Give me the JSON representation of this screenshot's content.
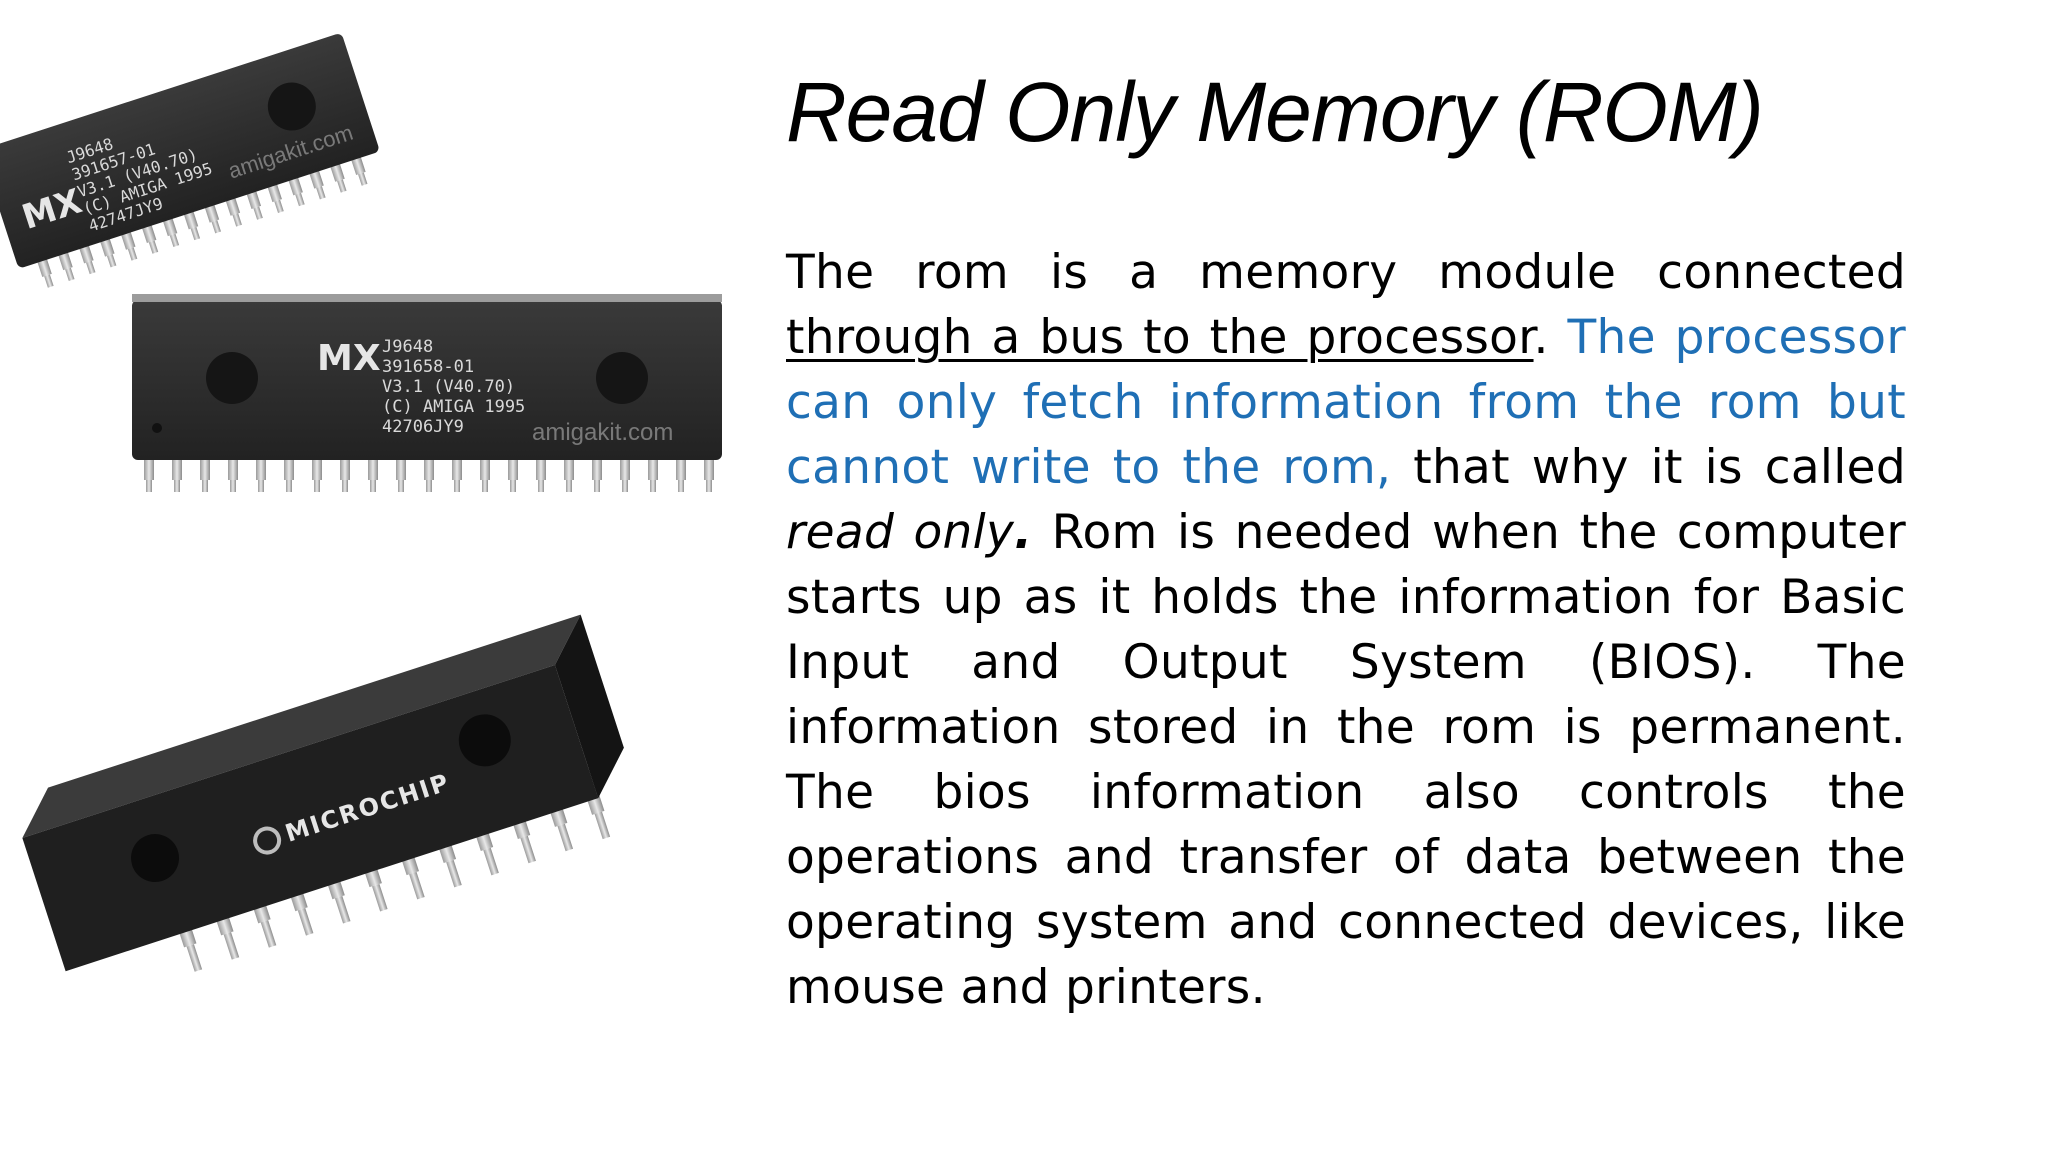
{
  "slide": {
    "title": "Read Only Memory (ROM)",
    "paragraph": {
      "p1": "The rom is a memory module connected ",
      "p2_underlined": "through a bus to the processor",
      "p3": ". ",
      "p4_blue": "The processor can only fetch information from the rom but cannot write to the rom,",
      "p5": " that why it is called ",
      "p6_italic": "read only",
      "p7_bold_italic": ".",
      "p8": " Rom is needed when the computer starts up as it holds the information for Basic Input and Output System (BIOS). The information stored in the rom is permanent. The bios information also controls the operations and transfer of data between the operating system and connected devices, like mouse and printers."
    },
    "colors": {
      "accent_blue": "#1f6fb5",
      "text": "#000000",
      "chip_body": "#2b2b2b"
    }
  },
  "images": {
    "chip1": {
      "brand": "MX",
      "lines": [
        "J9648",
        "391657-01",
        "V3.1 (V40.70)",
        "(C) AMIGA 1995",
        "42747JY9"
      ],
      "watermark": "amigakit.com"
    },
    "chip2": {
      "brand": "MX",
      "lines": [
        "J9648",
        "391658-01",
        "V3.1 (V40.70)",
        "(C) AMIGA 1995",
        "42706JY9"
      ],
      "watermark": "amigakit.com"
    },
    "chip3": {
      "brand": "MICROCHIP"
    }
  }
}
